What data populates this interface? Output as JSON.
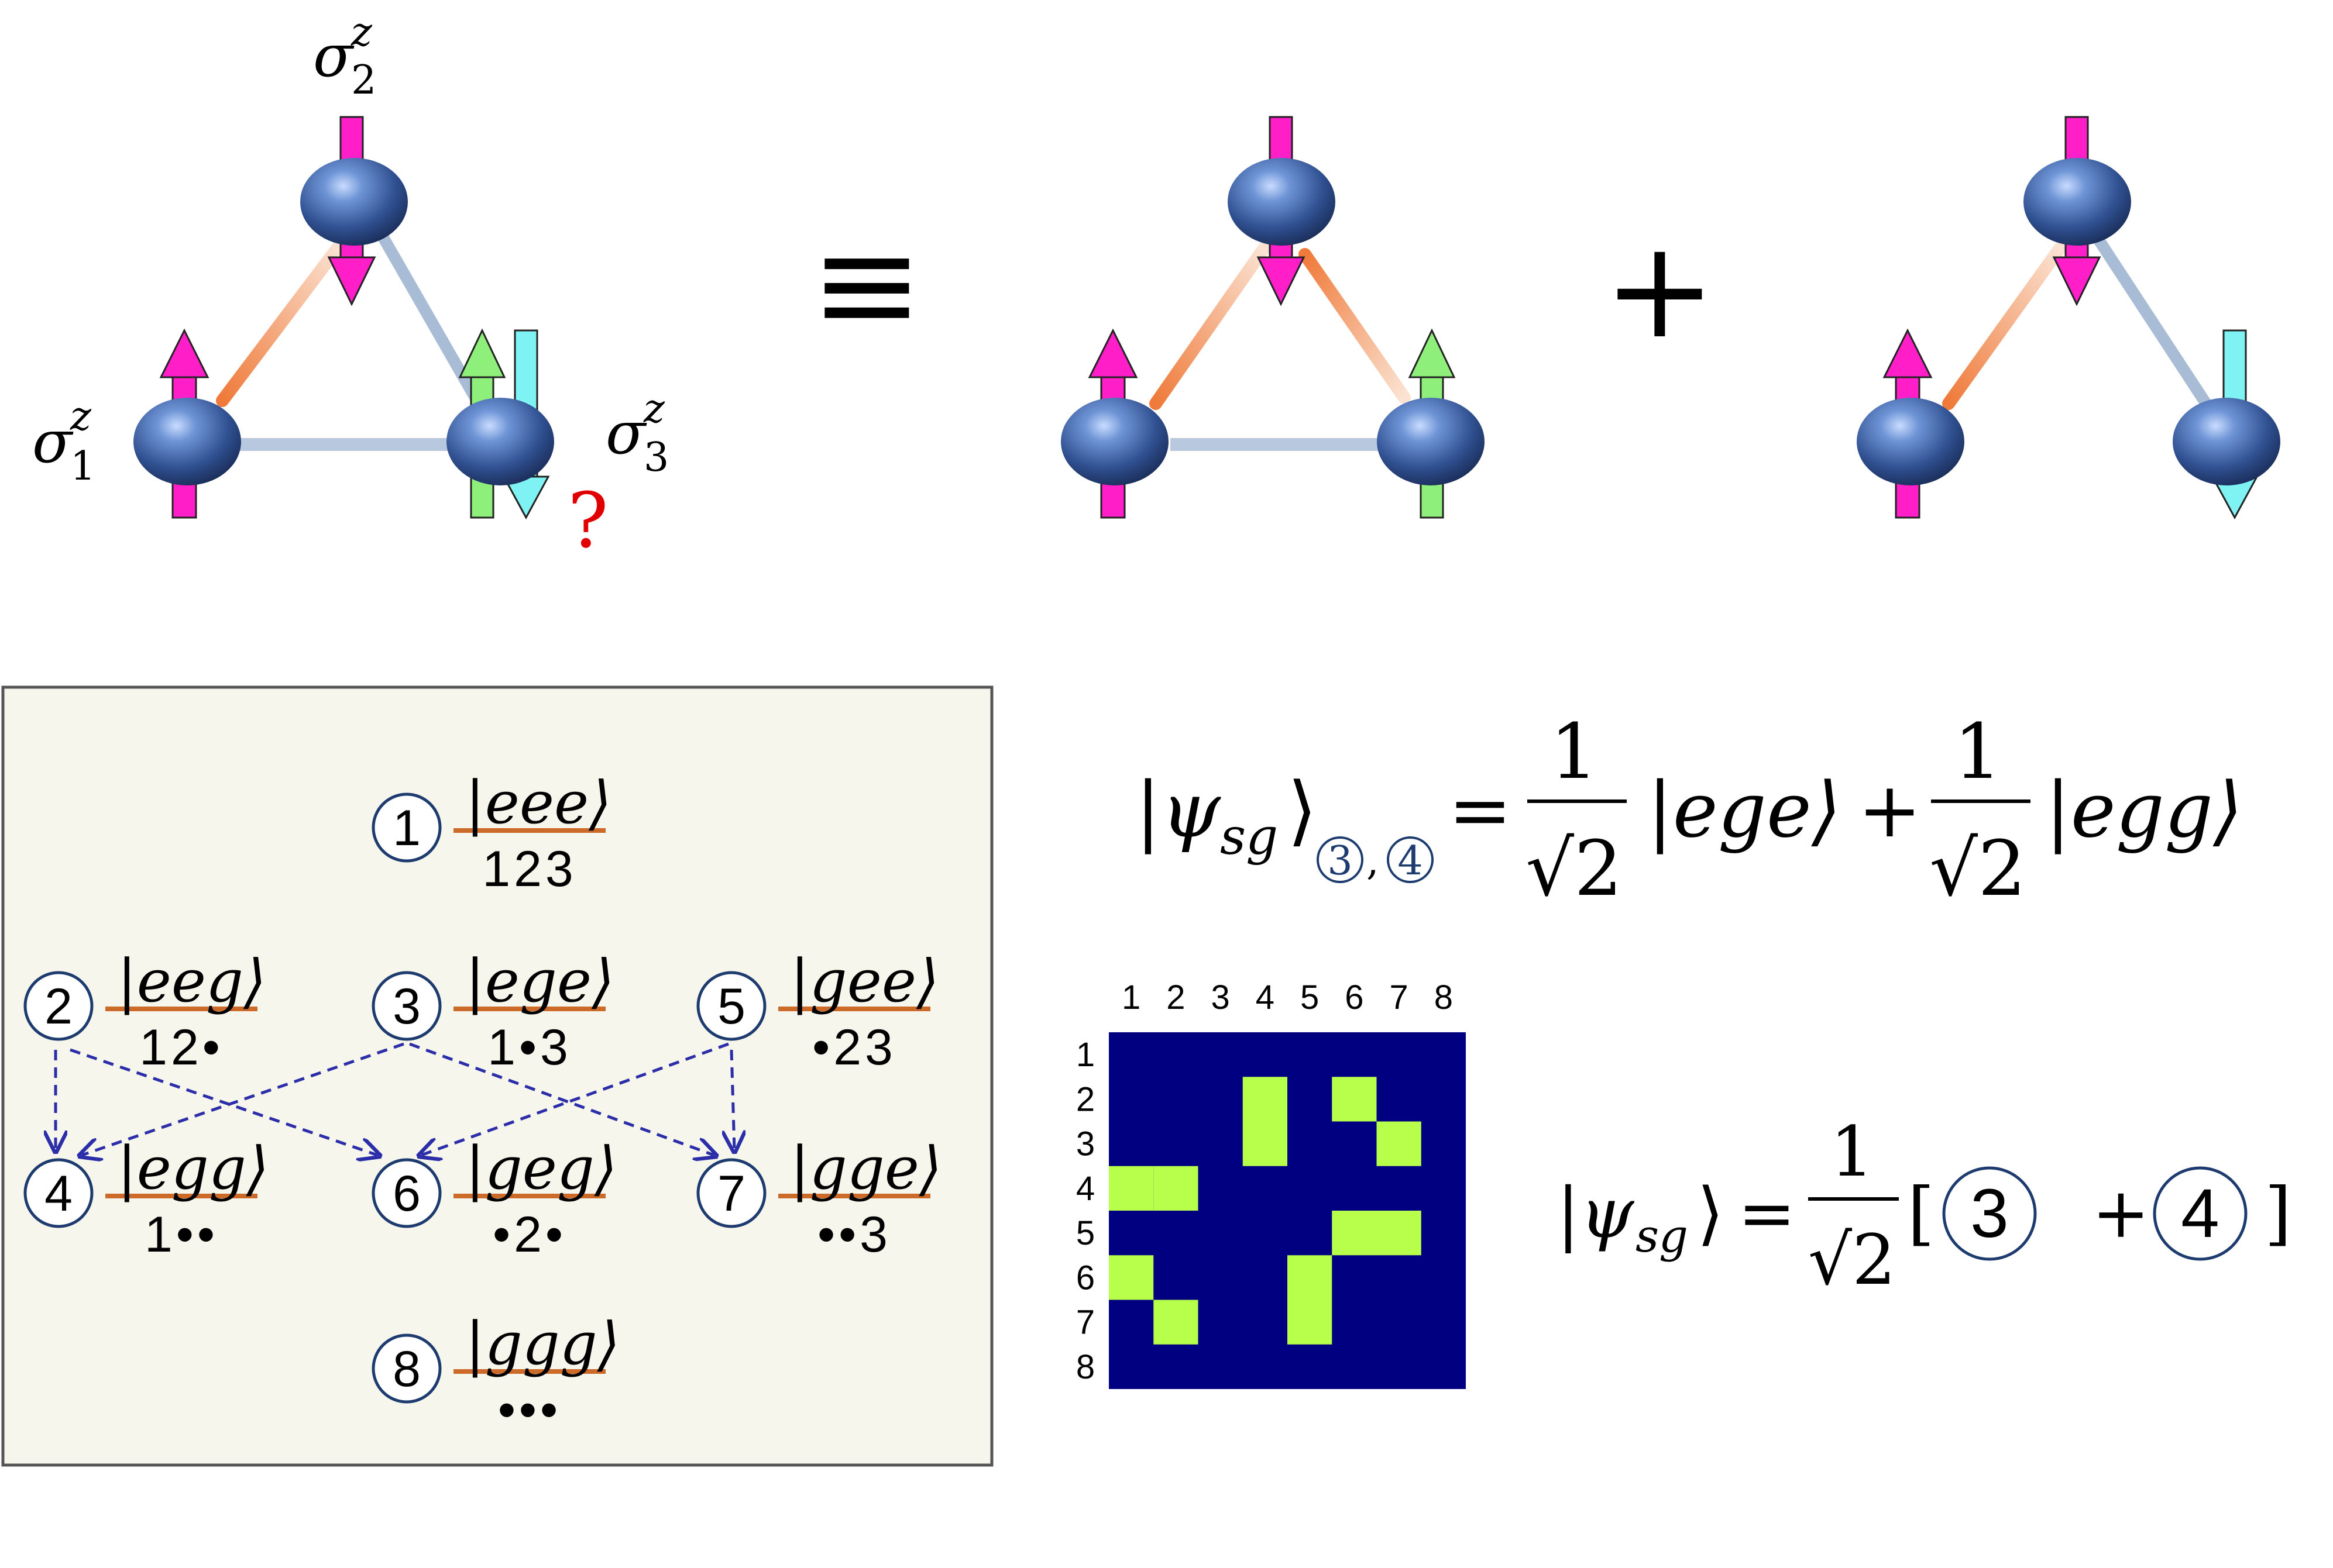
{
  "spin_labels": {
    "s1": {
      "base": "σ",
      "sup": "z",
      "sub": "1"
    },
    "s2": {
      "base": "σ",
      "sup": "z",
      "sub": "2"
    },
    "s3": {
      "base": "σ",
      "sup": "z",
      "sub": "3"
    }
  },
  "question_mark": "?",
  "equiv_symbol": "≡",
  "plus_symbol": "+",
  "colors": {
    "arrow_magenta": "#ff1ec8",
    "arrow_green": "#8ef07a",
    "arrow_cyan": "#7ff3f3",
    "bond_orange": "#ef7a3a",
    "bond_blue": "#9fb4cf",
    "sphere": "#3d63a8",
    "panel_bg": "#f7f6ec",
    "matrix_bg": "#000080",
    "matrix_cell": "#b7ff4a",
    "level_line": "#cc6a2a",
    "dashed_arrow": "#2b2ea8",
    "question": "#e00000"
  },
  "levels": [
    {
      "num": "1",
      "ket": "|eee⟩",
      "label": "123"
    },
    {
      "num": "2",
      "ket": "|eeg⟩",
      "label": "12•"
    },
    {
      "num": "3",
      "ket": "|ege⟩",
      "label": "1•3"
    },
    {
      "num": "5",
      "ket": "|gee⟩",
      "label": "•23"
    },
    {
      "num": "4",
      "ket": "|egg⟩",
      "label": "1••"
    },
    {
      "num": "6",
      "ket": "|geg⟩",
      "label": "•2•"
    },
    {
      "num": "7",
      "ket": "|gge⟩",
      "label": "••3"
    },
    {
      "num": "8",
      "ket": "|ggg⟩",
      "label": "•••"
    }
  ],
  "equation1": {
    "lhs": "|ψ",
    "lhs_sub": "sg",
    "lhs_close": "⟩",
    "lhs_subscript": [
      "3",
      "4"
    ],
    "equals": "=",
    "one": "1",
    "sqrt2": "√2",
    "term1": "|ege⟩",
    "plus": "+",
    "term2": "|egg⟩"
  },
  "equation2": {
    "lhs": "|ψ",
    "lhs_sub": "sg",
    "lhs_close": "⟩",
    "equals": "=",
    "one": "1",
    "sqrt2": "√2",
    "open": "[",
    "a": "3",
    "plus": "+",
    "b": "4",
    "close": "]"
  },
  "matrix": {
    "col_labels": [
      "1",
      "2",
      "3",
      "4",
      "5",
      "6",
      "7",
      "8"
    ],
    "row_labels": [
      "1",
      "2",
      "3",
      "4",
      "5",
      "6",
      "7",
      "8"
    ],
    "cells": [
      [
        1,
        3
      ],
      [
        1,
        5
      ],
      [
        2,
        3
      ],
      [
        2,
        6
      ],
      [
        3,
        0
      ],
      [
        3,
        1
      ],
      [
        4,
        5
      ],
      [
        4,
        6
      ],
      [
        5,
        0
      ],
      [
        5,
        4
      ],
      [
        6,
        1
      ],
      [
        6,
        4
      ]
    ]
  }
}
